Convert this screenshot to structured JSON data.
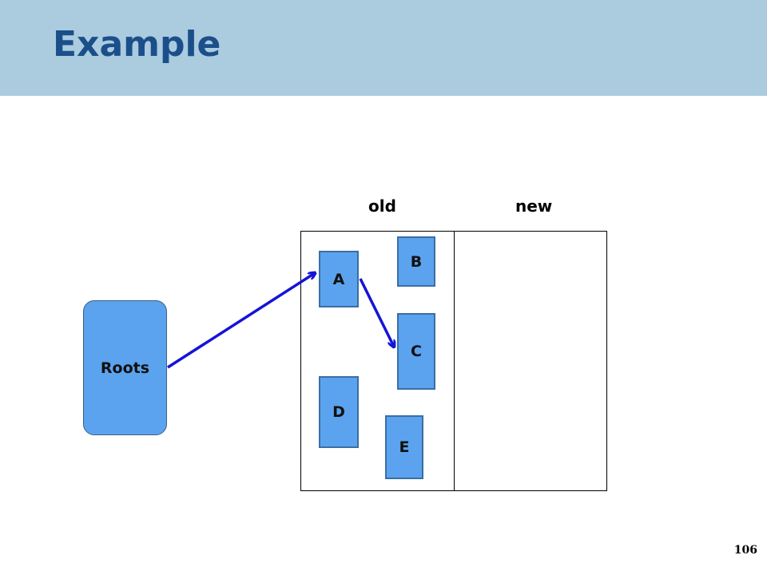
{
  "slide": {
    "title": "Example",
    "page_number": "106"
  },
  "heap": {
    "old_label": "old",
    "new_label": "new"
  },
  "roots": {
    "label": "Roots"
  },
  "objects": {
    "a": "A",
    "b": "B",
    "c": "C",
    "d": "D",
    "e": "E"
  },
  "colors": {
    "title_bar": "#abcbdf",
    "title_text": "#1b4f8a",
    "object_fill": "#5ba3ee",
    "arrow": "#1414d6"
  },
  "edges": [
    {
      "from": "Roots",
      "to": "A"
    },
    {
      "from": "A",
      "to": "C"
    }
  ]
}
